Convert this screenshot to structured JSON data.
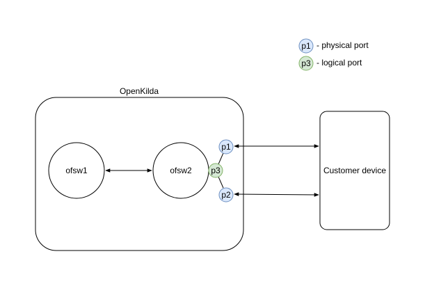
{
  "legend": {
    "physical": {
      "port": "p1",
      "label": "- physical port"
    },
    "logical": {
      "port": "p3",
      "label": "- logical port"
    }
  },
  "container": {
    "title": "OpenKilda"
  },
  "switches": {
    "ofsw1": "ofsw1",
    "ofsw2": "ofsw2"
  },
  "ports": {
    "p1": "p1",
    "p2": "p2",
    "p3": "p3"
  },
  "customer_device": {
    "label": "Customer device"
  },
  "colors": {
    "physical_port_fill": "#dae8fc",
    "physical_port_stroke": "#6c8ebf",
    "logical_port_fill": "#d5e8d4",
    "logical_port_stroke": "#82b366",
    "line": "#000000",
    "background": "#ffffff"
  }
}
